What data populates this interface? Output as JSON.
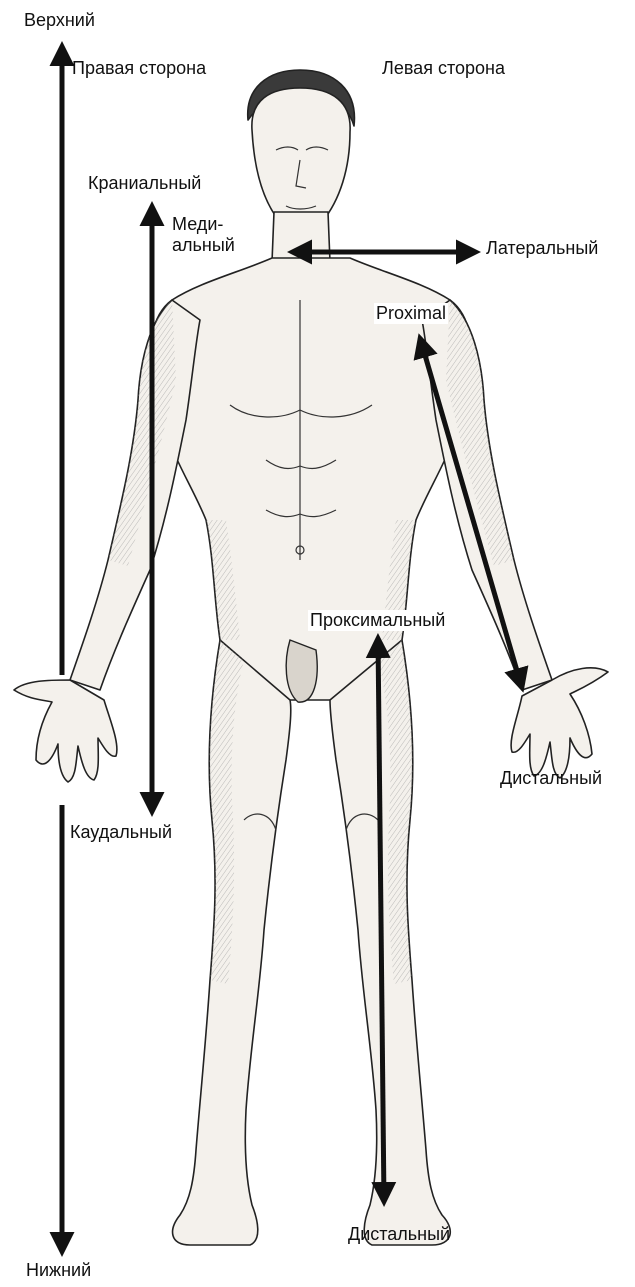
{
  "labels": {
    "superior": "Верхний",
    "inferior": "Нижний",
    "right_side": "Правая сторона",
    "left_side": "Левая сторона",
    "cranial": "Краниальный",
    "caudal": "Каудальный",
    "medial_line1": "Меди-",
    "medial_line2": "альный",
    "lateral": "Латеральный",
    "proximal_arm": "Proximal",
    "distal_arm": "Дистальный",
    "proximal_leg": "Проксимальный",
    "distal_leg": "Дистальный"
  },
  "figure": {
    "description_icon": "anatomical-figure-icon"
  },
  "colors": {
    "ink": "#111111",
    "skin": "#f4f1ec",
    "shade": "#6a6a6a"
  }
}
